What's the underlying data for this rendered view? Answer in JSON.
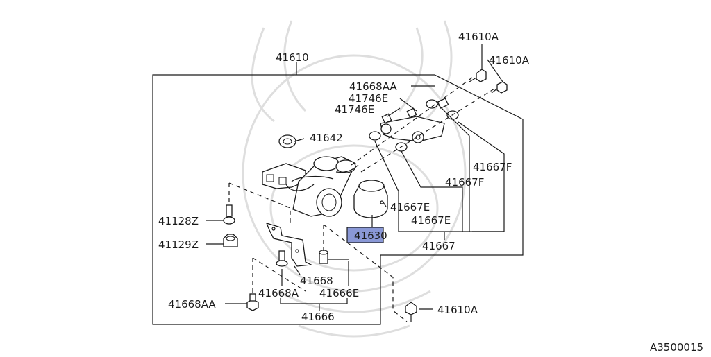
{
  "diagram_code": "A3500015",
  "highlight_color": "#8a98d6",
  "labels": {
    "p41610": "41610",
    "p41610A_top1": "41610A",
    "p41610A_top2": "41610A",
    "p41668AA_top": "41668AA",
    "p41746E_1": "41746E",
    "p41746E_2": "41746E",
    "p41642": "41642",
    "p41667F_1": "41667F",
    "p41667F_2": "41667F",
    "p41667E_1": "41667E",
    "p41667E_2": "41667E",
    "p41630": "41630",
    "p41667": "41667",
    "p41128Z": "41128Z",
    "p41129Z": "41129Z",
    "p41668": "41668",
    "p41668A": "41668A",
    "p41666E": "41666E",
    "p41668AA_bottom": "41668AA",
    "p41666": "41666",
    "p41610A_bottom": "41610A"
  }
}
